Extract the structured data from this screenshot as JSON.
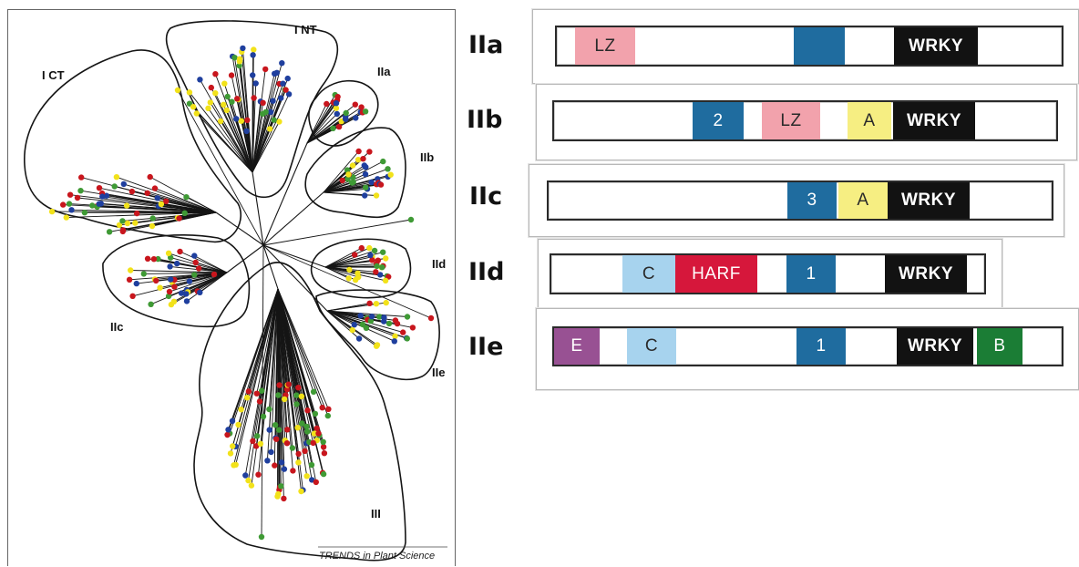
{
  "tree": {
    "clade_labels": {
      "int": "I NT",
      "ict": "I CT",
      "iia": "IIa",
      "iib": "IIb",
      "iic": "IIc",
      "iid": "IId",
      "iie": "IIe",
      "iii": "III"
    },
    "source": "TRENDS in Plant Science",
    "dot_colors": [
      "#c8161d",
      "#1f3f9e",
      "#f2e21a",
      "#3f9a35"
    ]
  },
  "domain_colors": {
    "LZ": "#f2a2ac",
    "WRKY": "#121212",
    "1": "#1f6c9f",
    "2": "#1f6c9f",
    "3": "#1f6c9f",
    "A": "#f6ee82",
    "C": "#a7d3ee",
    "HARF": "#d6173b",
    "E": "#985193",
    "B": "#1b7d35",
    "blank": "#1f6c9f"
  },
  "rows": [
    {
      "label": "IIa",
      "domains": [
        {
          "text": "LZ",
          "type": "LZ"
        },
        {
          "text": "",
          "type": "blank"
        },
        {
          "text": "WRKY",
          "type": "WRKY"
        }
      ]
    },
    {
      "label": "IIb",
      "domains": [
        {
          "text": "2",
          "type": "2"
        },
        {
          "text": "LZ",
          "type": "LZ"
        },
        {
          "text": "A",
          "type": "A"
        },
        {
          "text": "WRKY",
          "type": "WRKY"
        }
      ]
    },
    {
      "label": "IIc",
      "domains": [
        {
          "text": "3",
          "type": "3"
        },
        {
          "text": "A",
          "type": "A"
        },
        {
          "text": "WRKY",
          "type": "WRKY"
        }
      ]
    },
    {
      "label": "IId",
      "domains": [
        {
          "text": "C",
          "type": "C"
        },
        {
          "text": "HARF",
          "type": "HARF"
        },
        {
          "text": "1",
          "type": "1"
        },
        {
          "text": "WRKY",
          "type": "WRKY"
        }
      ]
    },
    {
      "label": "IIe",
      "domains": [
        {
          "text": "E",
          "type": "E"
        },
        {
          "text": "C",
          "type": "C"
        },
        {
          "text": "1",
          "type": "1"
        },
        {
          "text": "WRKY",
          "type": "WRKY"
        },
        {
          "text": "B",
          "type": "B"
        }
      ]
    }
  ]
}
